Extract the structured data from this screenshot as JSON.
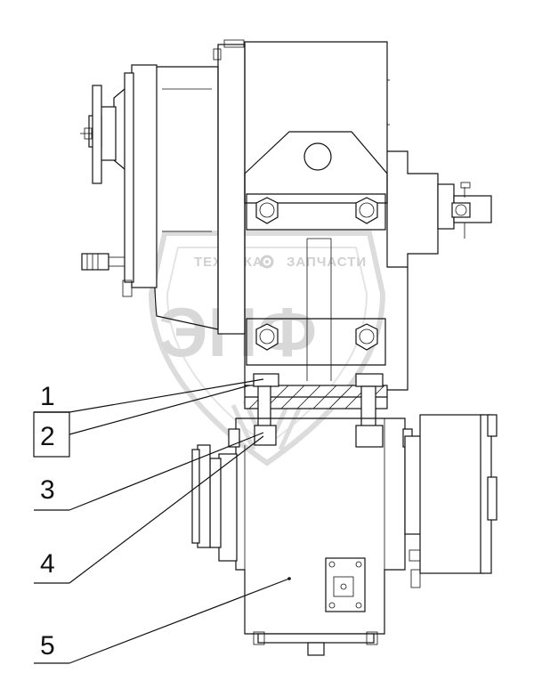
{
  "watermark": {
    "left_text": "ТЕХНИКА",
    "right_text": "ЗАПЧАСТИ",
    "big_text": "ЭПФ"
  },
  "callouts": [
    {
      "label": "1"
    },
    {
      "label": "2"
    },
    {
      "label": "3"
    },
    {
      "label": "4"
    },
    {
      "label": "5"
    }
  ]
}
